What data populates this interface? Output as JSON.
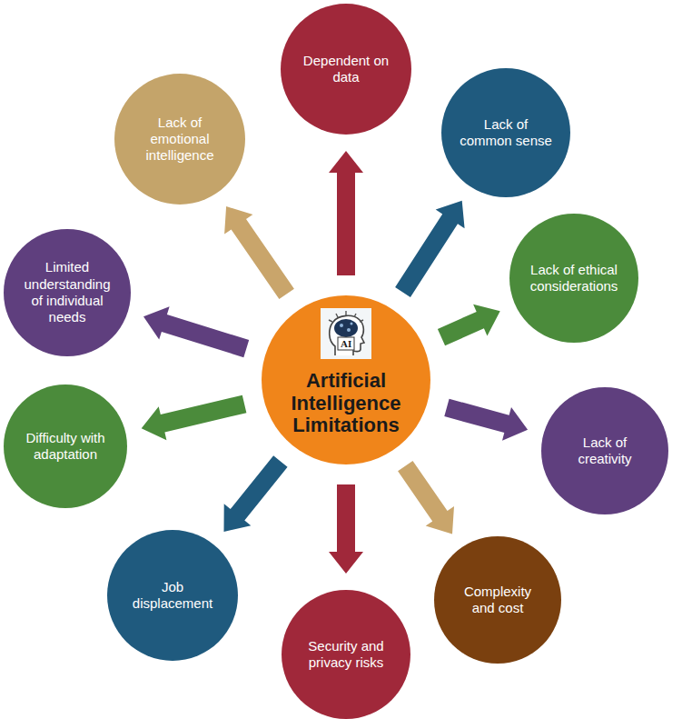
{
  "diagram": {
    "nodes": [
      {
        "text": [
          "Artificial Intelligence Limitations"
        ]
      },
      {
        "text": [
          "Dependent on data"
        ]
      },
      {
        "text": [
          "Lack of common sense"
        ]
      },
      {
        "text": [
          "Lack of ethical considerations"
        ]
      },
      {
        "text": [
          "Lack of creativity"
        ]
      },
      {
        "text": [
          "Complexity and cost"
        ]
      },
      {
        "text": [
          "Security and privacy risks"
        ]
      },
      {
        "text": [
          "Job displacement"
        ]
      },
      {
        "text": [
          "Difficulty with adaptation"
        ]
      },
      {
        "text": [
          "Limited understanding of individual needs"
        ]
      },
      {
        "text": [
          "Lack of emotional intelligence"
        ]
      }
    ],
    "edges": [
      {
        "from": 0,
        "to": 1,
        "arrow": "to"
      },
      {
        "from": 0,
        "to": 2,
        "arrow": "to"
      },
      {
        "from": 0,
        "to": 3,
        "arrow": "to"
      },
      {
        "from": 0,
        "to": 4,
        "arrow": "to"
      },
      {
        "from": 0,
        "to": 5,
        "arrow": "to"
      },
      {
        "from": 0,
        "to": 6,
        "arrow": "to"
      },
      {
        "from": 0,
        "to": 7,
        "arrow": "to"
      },
      {
        "from": 0,
        "to": 8,
        "arrow": "to"
      },
      {
        "from": 0,
        "to": 9,
        "arrow": "to"
      },
      {
        "from": 0,
        "to": 10,
        "arrow": "to"
      }
    ],
    "labels": [
      "AI"
    ]
  }
}
